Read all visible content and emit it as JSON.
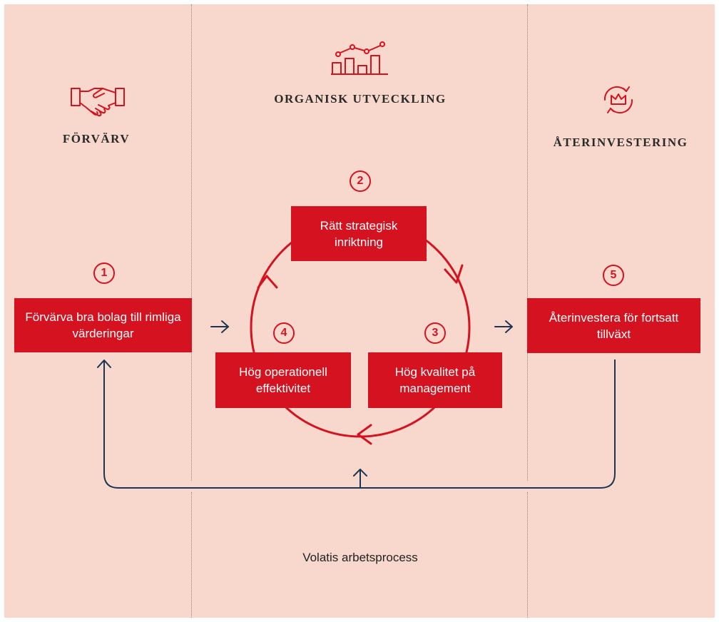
{
  "columns": {
    "left": {
      "heading": "FÖRVÄRV",
      "icon": "handshake-icon"
    },
    "middle": {
      "heading": "ORGANISK UTVECKLING",
      "icon": "growth-chart-icon"
    },
    "right": {
      "heading": "ÅTERINVESTERING",
      "icon": "reinvest-crown-icon"
    }
  },
  "steps": [
    {
      "number": "1",
      "text": "Förvärva bra bolag till rimliga värderingar"
    },
    {
      "number": "2",
      "text": "Rätt strategisk inriktning"
    },
    {
      "number": "3",
      "text": "Hög kvalitet på management"
    },
    {
      "number": "4",
      "text": "Hög operationell effektivitet"
    },
    {
      "number": "5",
      "text": "Återinvestera för fortsatt tillväxt"
    }
  ],
  "caption": "Volatis arbetsprocess",
  "colors": {
    "accent": "#d5121f",
    "background": "#f8d8cc",
    "connector": "#1c3554"
  }
}
